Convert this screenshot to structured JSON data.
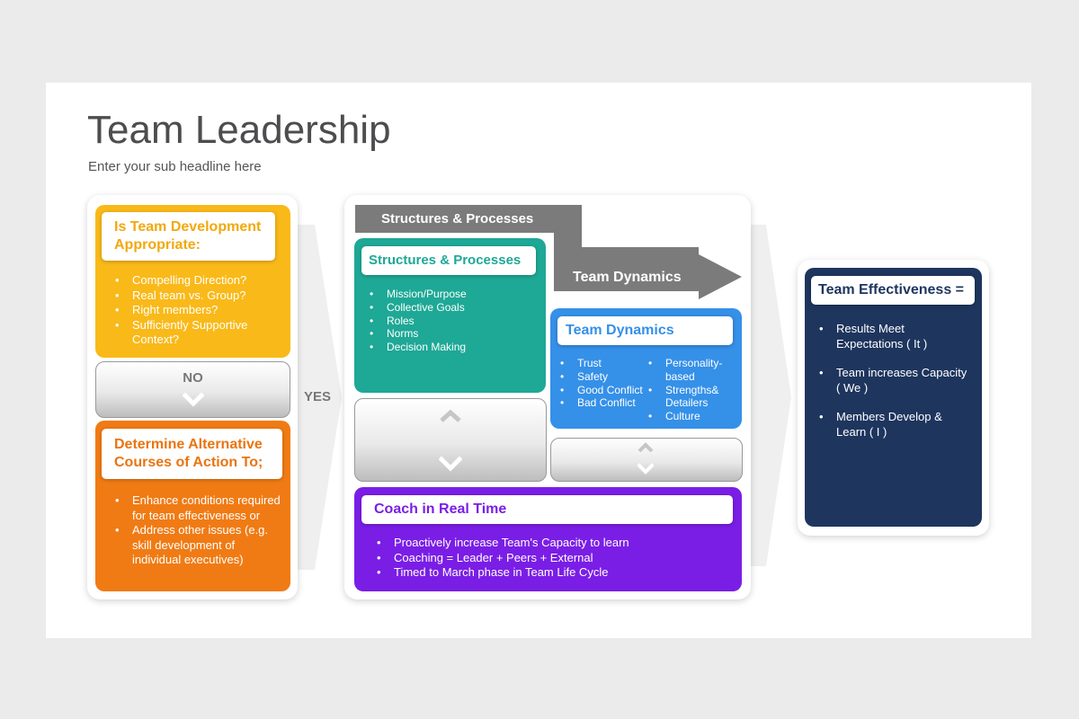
{
  "header": {
    "title": "Team Leadership",
    "subtitle": "Enter your sub headline here"
  },
  "left": {
    "top_card": {
      "heading": "Is Team Development Appropriate:",
      "items": [
        "Compelling Direction?",
        "Real team vs. Group?",
        "Right members?",
        "Sufficiently Supportive Context?"
      ],
      "color": "#f9b919"
    },
    "no_label": "NO",
    "bottom_card": {
      "heading": "Determine Alternative Courses of Action To;",
      "items": [
        "Enhance conditions required for team effectiveness or",
        "Address other issues (e.g. skill development of individual executives)"
      ],
      "color": "#f07b14"
    }
  },
  "yes_label": "YES",
  "middle": {
    "arrow": {
      "top_label": "Structures & Processes",
      "bottom_label": "Team Dynamics"
    },
    "structures_card": {
      "heading": "Structures & Processes",
      "items": [
        "Mission/Purpose",
        "Collective Goals",
        "Roles",
        "Norms",
        "Decision Making"
      ],
      "color": "#1ea896"
    },
    "dynamics_card": {
      "heading": "Team Dynamics",
      "items_left": [
        "Trust",
        "Safety",
        "Good Conflict",
        "Bad Conflict"
      ],
      "items_right": [
        "Personality-based",
        "Strengths& Detailers",
        "Culture"
      ],
      "color": "#3590e8"
    },
    "coach_card": {
      "heading": "Coach in Real Time",
      "items": [
        "Proactively increase Team's Capacity to learn",
        "Coaching = Leader + Peers + External",
        "Timed to March phase in Team Life Cycle"
      ],
      "color": "#7a1ee6"
    }
  },
  "right": {
    "heading": "Team Effectiveness =",
    "items": [
      "Results Meet Expectations ( It )",
      "Team increases Capacity ( We )",
      "Members Develop & Learn ( I )"
    ],
    "color": "#1e355e"
  }
}
